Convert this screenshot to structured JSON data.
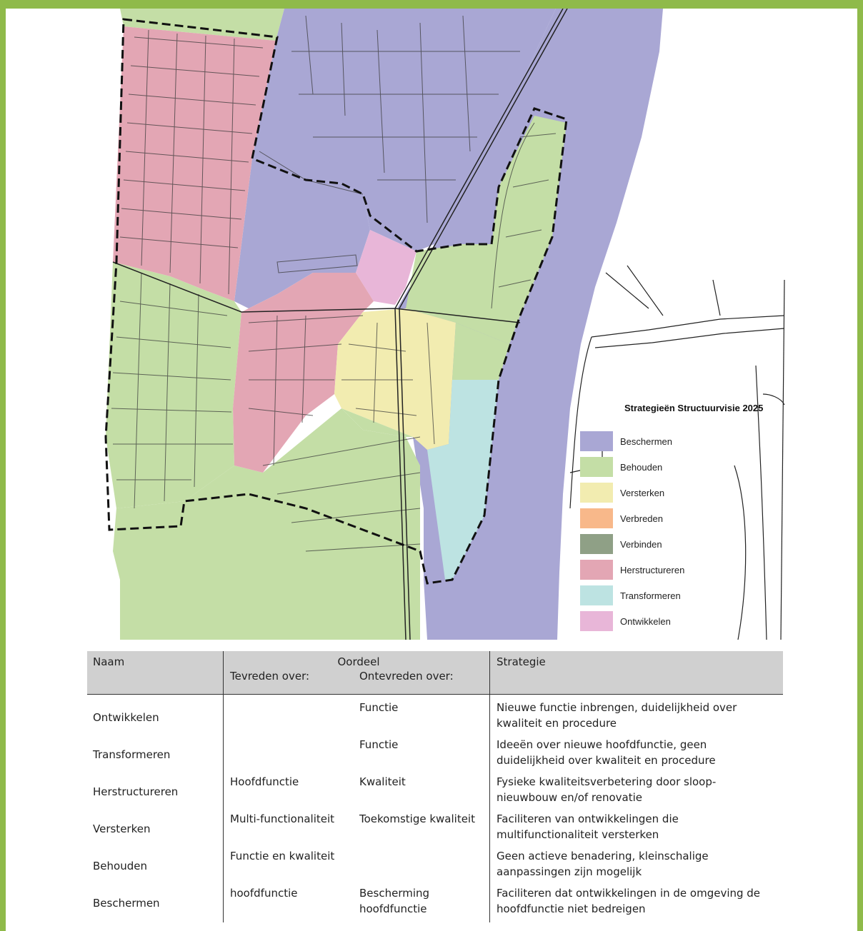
{
  "legend": {
    "title": "Strategieën Structuurvisie 2025",
    "items": [
      {
        "label": "Beschermen",
        "color": "#a9a7d4"
      },
      {
        "label": "Behouden",
        "color": "#c4dea6"
      },
      {
        "label": "Versterken",
        "color": "#f2ecb0"
      },
      {
        "label": "Verbreden",
        "color": "#f8b88a"
      },
      {
        "label": "Verbinden",
        "color": "#8fa086"
      },
      {
        "label": "Herstructureren",
        "color": "#e3a6b4"
      },
      {
        "label": "Transformeren",
        "color": "#bde3e2"
      },
      {
        "label": "Ontwikkelen",
        "color": "#e8b6d8"
      }
    ]
  },
  "table": {
    "headers": {
      "naam": "Naam",
      "oordeel": "Oordeel",
      "tevreden": "Tevreden over:",
      "ontevreden": "Ontevreden over:",
      "strategie": "Strategie"
    },
    "rows": [
      {
        "naam": "Ontwikkelen",
        "tevreden": "",
        "ontevreden": "Functie",
        "strategie": "Nieuwe functie inbrengen, duidelijkheid over kwaliteit en procedure"
      },
      {
        "naam": "Transformeren",
        "tevreden": "",
        "ontevreden": "Functie",
        "strategie": "Ideeën over nieuwe hoofdfunctie, geen duidelijkheid over kwaliteit en procedure"
      },
      {
        "naam": "Herstructureren",
        "tevreden": "Hoofdfunctie",
        "ontevreden": "Kwaliteit",
        "strategie": "Fysieke kwaliteitsverbetering door sloop-nieuwbouw en/of renovatie"
      },
      {
        "naam": "Versterken",
        "tevreden": "Multi-functionaliteit",
        "ontevreden": "Toekomstige kwaliteit",
        "strategie": "Faciliteren van ontwikkelingen die multifunctionaliteit versterken"
      },
      {
        "naam": "Behouden",
        "tevreden": "Functie en kwaliteit",
        "ontevreden": "",
        "strategie": "Geen actieve benadering, kleinschalige aanpassingen zijn mogelijk"
      },
      {
        "naam": "Beschermen",
        "tevreden": "hoofdfunctie",
        "ontevreden": "Bescherming hoofdfunctie",
        "strategie": "Faciliteren dat ontwikkelingen in de omgeving de hoofdfunctie niet bedreigen"
      }
    ]
  }
}
